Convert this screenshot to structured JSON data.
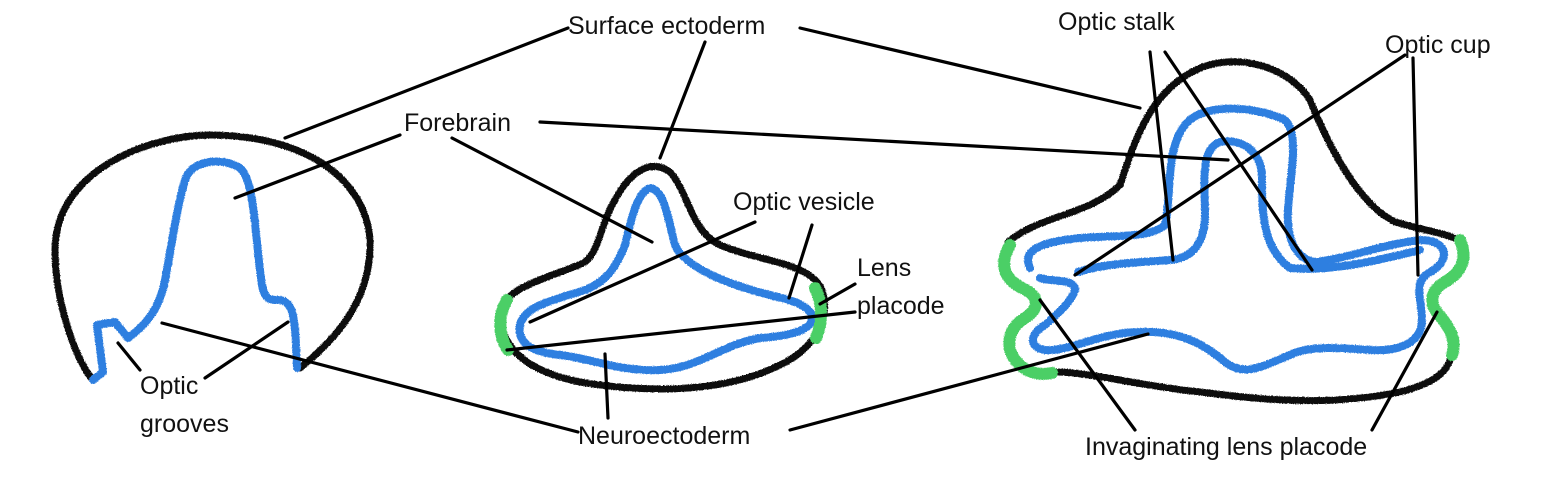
{
  "colors": {
    "surface_ectoderm": "#111111",
    "neuroectoderm": "#2e7fe0",
    "lens_placode": "#4ccf66",
    "leader_line": "#000000",
    "background": "#ffffff"
  },
  "labels": {
    "surface_ectoderm": "Surface ectoderm",
    "forebrain": "Forebrain",
    "optic_grooves_line1": "Optic",
    "optic_grooves_line2": "grooves",
    "neuroectoderm": "Neuroectoderm",
    "optic_vesicle": "Optic vesicle",
    "lens_placode_line1": "Lens",
    "lens_placode_line2": "placode",
    "optic_stalk": "Optic stalk",
    "optic_cup": "Optic cup",
    "invaginating_lens_placode": "Invaginating lens placode"
  }
}
